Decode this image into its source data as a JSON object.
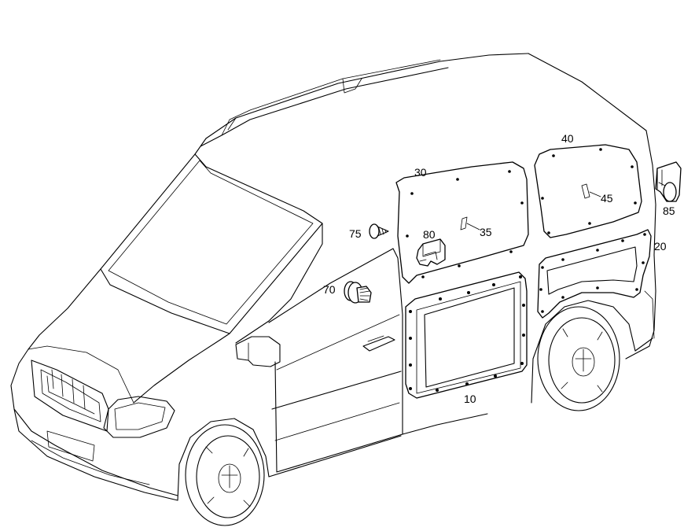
{
  "labels": {
    "p10": "10",
    "p20": "20",
    "p30": "30",
    "p35": "35",
    "p40": "40",
    "p45": "45",
    "p70": "70",
    "p75": "75",
    "p80": "80",
    "p85": "85"
  },
  "colors": {
    "line": "#000000",
    "background": "#ffffff"
  }
}
